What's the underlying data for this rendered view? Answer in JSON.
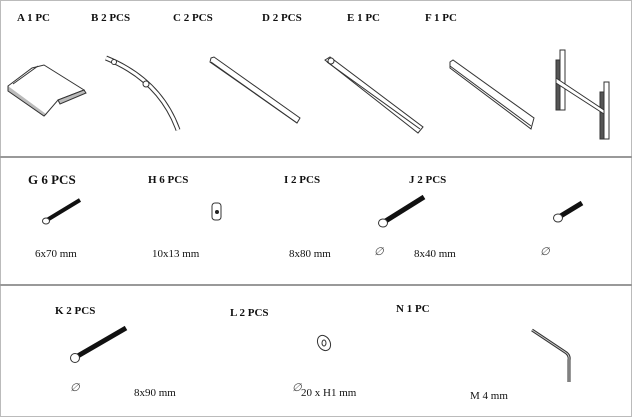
{
  "parts_row1": [
    {
      "label": "A 1 PC"
    },
    {
      "label": "B 2 PCS"
    },
    {
      "label": "C 2 PCS"
    },
    {
      "label": "D 2 PCS"
    },
    {
      "label": "E 1 PC"
    },
    {
      "label": "F 1 PC"
    }
  ],
  "parts_row2": [
    {
      "label": "G 6 PCS",
      "size": "6x70 mm"
    },
    {
      "label": "H 6 PCS",
      "size": "10x13 mm"
    },
    {
      "label": "I 2 PCS",
      "size": "8x80 mm"
    },
    {
      "label": "J 2 PCS",
      "size": "8x40 mm"
    }
  ],
  "parts_row3": [
    {
      "label": "K 2 PCS",
      "size": "8x90 mm"
    },
    {
      "label": "L 2 PCS",
      "size": "20 x H1 mm"
    },
    {
      "label": "N 1 PC",
      "size": "M 4 mm"
    }
  ],
  "diameter_symbol": "∅"
}
